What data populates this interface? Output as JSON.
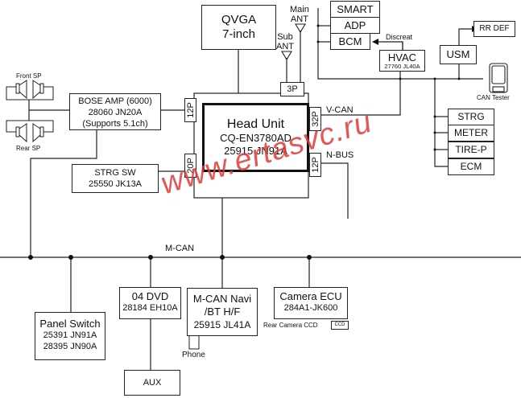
{
  "diagram": {
    "qvga": {
      "line1": "QVGA",
      "line2": "7-inch"
    },
    "main_ant": {
      "line1": "Main",
      "line2": "ANT"
    },
    "sub_ant": {
      "line1": "Sub",
      "line2": "ANT"
    },
    "smart": "SMART",
    "adp": "ADP",
    "bcm": "BCM",
    "discreat": "Discreat",
    "hvac": {
      "line1": "HVAC",
      "line2": "27760 JL40A"
    },
    "usm": "USM",
    "rr_def": "RR DEF",
    "can_tester": "CAN Tester",
    "front_sp": "Front SP",
    "rear_sp": "Rear SP",
    "bose_amp": {
      "line1": "BOSE AMP (6000)",
      "line2": "28060 JN20A",
      "line3": "(Supports 5.1ch)"
    },
    "head_unit": {
      "line1": "Head Unit",
      "line2": "CQ-EN3780AD",
      "line3": "25915 JN91A"
    },
    "connectors": {
      "p3": "3P",
      "p12_left": "12P",
      "p20": "20P",
      "p32": "32P",
      "p12_right": "12P"
    },
    "v_can": "V-CAN",
    "n_bus": "N-BUS",
    "strg_sw": {
      "line1": "STRG SW",
      "line2": "25550 JK13A"
    },
    "can_nodes": [
      "STRG",
      "METER",
      "TIRE-P",
      "ECM"
    ],
    "m_can": "M-CAN",
    "panel_switch": {
      "line1": "Panel Switch",
      "line2": "25391 JN91A",
      "line3": "28395 JN90A"
    },
    "dvd": {
      "line1": "04 DVD",
      "line2": "28184 EH10A"
    },
    "navi": {
      "line1": "M-CAN Navi",
      "line2": "/BT H/F",
      "line3": "25915 JL41A"
    },
    "phone": "Phone",
    "camera_ecu": {
      "line1": "Camera ECU",
      "line2": "284A1-JK600"
    },
    "rear_camera": "Rear Camera CCD",
    "ccd": "CCD",
    "aux": "AUX",
    "watermark": "www.ertasvc.ru"
  }
}
